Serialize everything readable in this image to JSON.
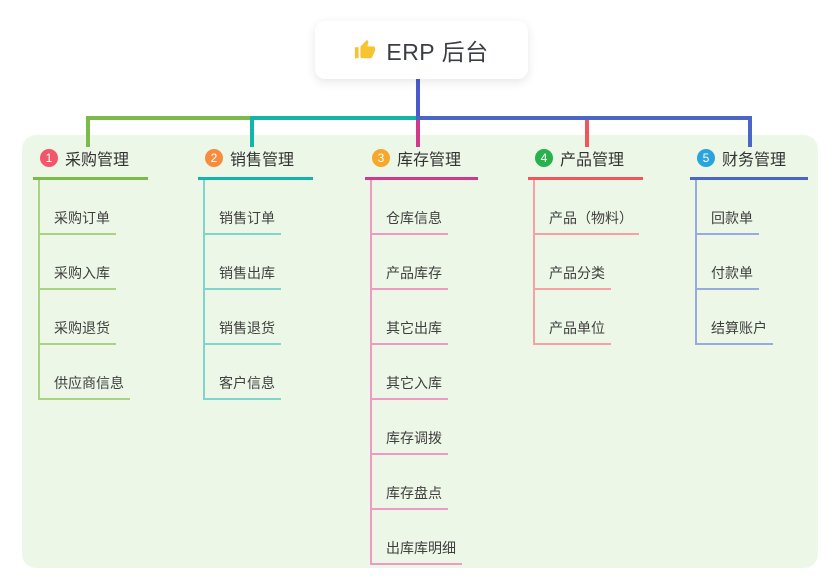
{
  "root": {
    "label": "ERP 后台",
    "icon": "thumbs-up-icon"
  },
  "colors": {
    "canvas_bg": "#ffffff",
    "panel_bg": "#edf7e7",
    "stem": "#4a5ace",
    "root_text": "#3b3e45",
    "header_text": "#333333",
    "child_text": "#3f3f3f",
    "thumb_icon": "#f6c331"
  },
  "branches": [
    {
      "badge": "1",
      "label": "采购管理",
      "badge_color": "#f4556a",
      "line_color": "#7dba4c",
      "child_line_color": "#a9d382",
      "children": [
        "采购订单",
        "采购入库",
        "采购退货",
        "供应商信息"
      ]
    },
    {
      "badge": "2",
      "label": "销售管理",
      "badge_color": "#f78c3e",
      "line_color": "#13b5a9",
      "child_line_color": "#7fd4cb",
      "children": [
        "销售订单",
        "销售出库",
        "销售退货",
        "客户信息"
      ]
    },
    {
      "badge": "3",
      "label": "库存管理",
      "badge_color": "#f7a72c",
      "line_color": "#d13a8c",
      "child_line_color": "#ef9ac4",
      "children": [
        "仓库信息",
        "产品库存",
        "其它出库",
        "其它入库",
        "库存调拨",
        "库存盘点",
        "出库库明细"
      ]
    },
    {
      "badge": "4",
      "label": "产品管理",
      "badge_color": "#27b24b",
      "line_color": "#f1565e",
      "child_line_color": "#f7a0a5",
      "children": [
        "产品（物料）",
        "产品分类",
        "产品单位"
      ]
    },
    {
      "badge": "5",
      "label": "财务管理",
      "badge_color": "#2ba4de",
      "line_color": "#4a67c8",
      "child_line_color": "#97abdf",
      "children": [
        "回款单",
        "付款单",
        "结算账户"
      ]
    }
  ]
}
